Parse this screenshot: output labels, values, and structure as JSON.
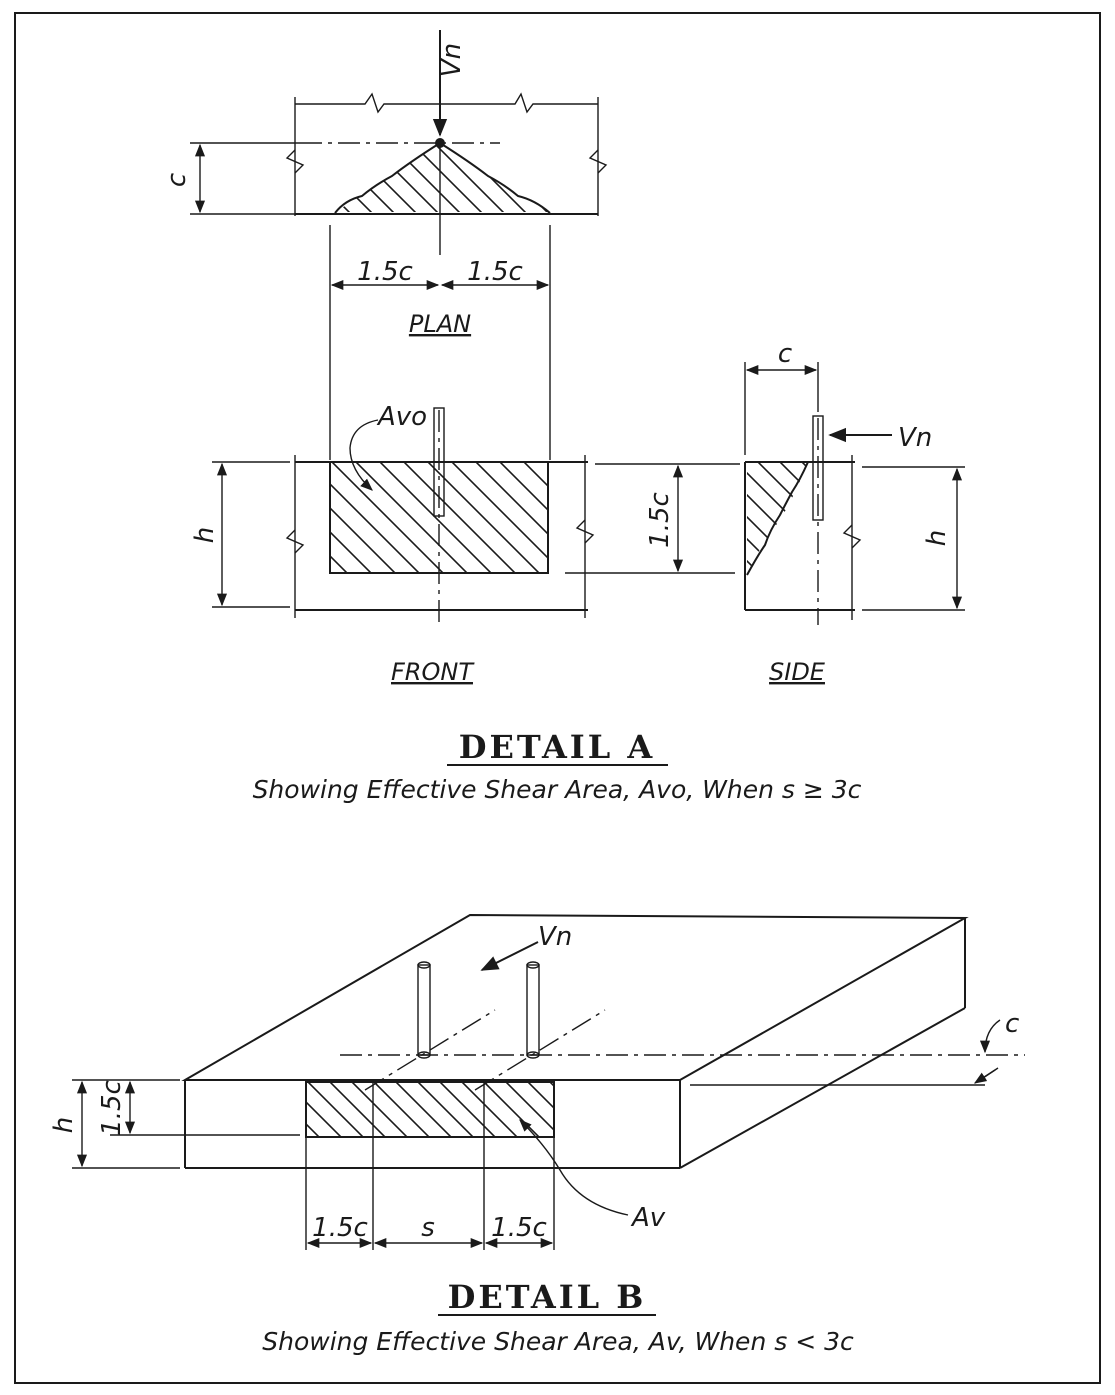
{
  "detail_a": {
    "title": "DETAIL  A",
    "caption": "Showing Effective Shear Area, Avo, When s ≥ 3c",
    "views": {
      "plan": "PLAN",
      "front": "FRONT",
      "side": "SIDE"
    },
    "labels": {
      "vn": "Vn",
      "c": "c",
      "h": "h",
      "one_five_c": "1.5c",
      "avo": "Avo"
    }
  },
  "detail_b": {
    "title": "DETAIL  B",
    "caption": "Showing Effective Shear Area, Av, When s < 3c",
    "labels": {
      "vn": "Vn",
      "c": "c",
      "h": "h",
      "one_five_c": "1.5c",
      "s": "s",
      "av": "Av"
    }
  }
}
